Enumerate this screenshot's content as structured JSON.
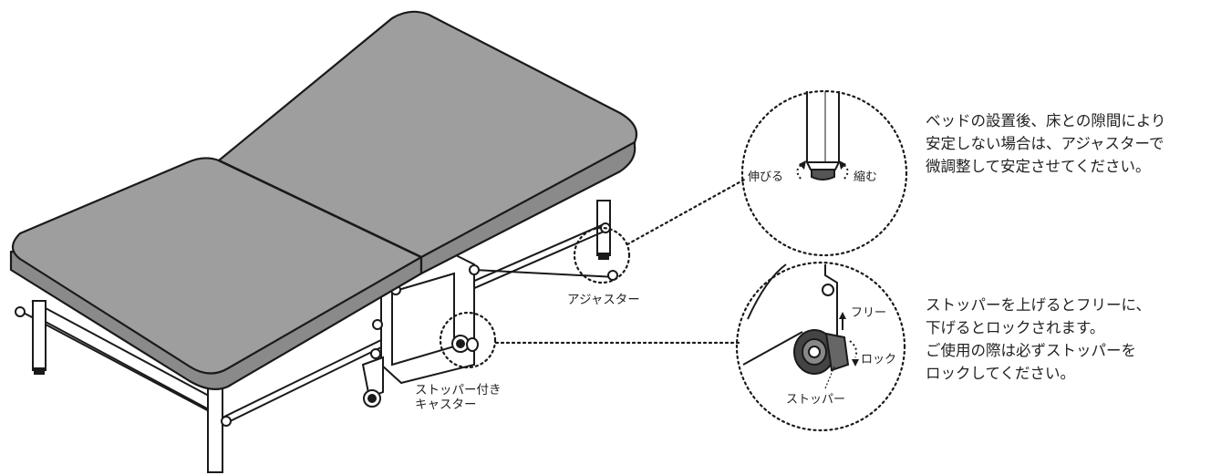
{
  "callouts": {
    "adjuster_label": "アジャスター",
    "caster_label_line1": "ストッパー付き",
    "caster_label_line2": "キャスター",
    "extend_label": "伸びる",
    "shrink_label": "縮む",
    "free_label": "フリー",
    "lock_label": "ロック",
    "stopper_label": "ストッパー"
  },
  "notes": {
    "adjuster_note": [
      "ベッドの設置後、床との隙間により",
      "安定しない場合は、アジャスターで",
      "微調整して安定させてください。"
    ],
    "stopper_note": [
      "ストッパーを上げるとフリーに、",
      "下げるとロックされます。",
      "ご使用の際は必ずストッパーを",
      "ロックしてください。"
    ]
  },
  "colors": {
    "mattress_fill": "#9e9e9e",
    "outline": "#1a1a1a",
    "background": "#ffffff"
  }
}
